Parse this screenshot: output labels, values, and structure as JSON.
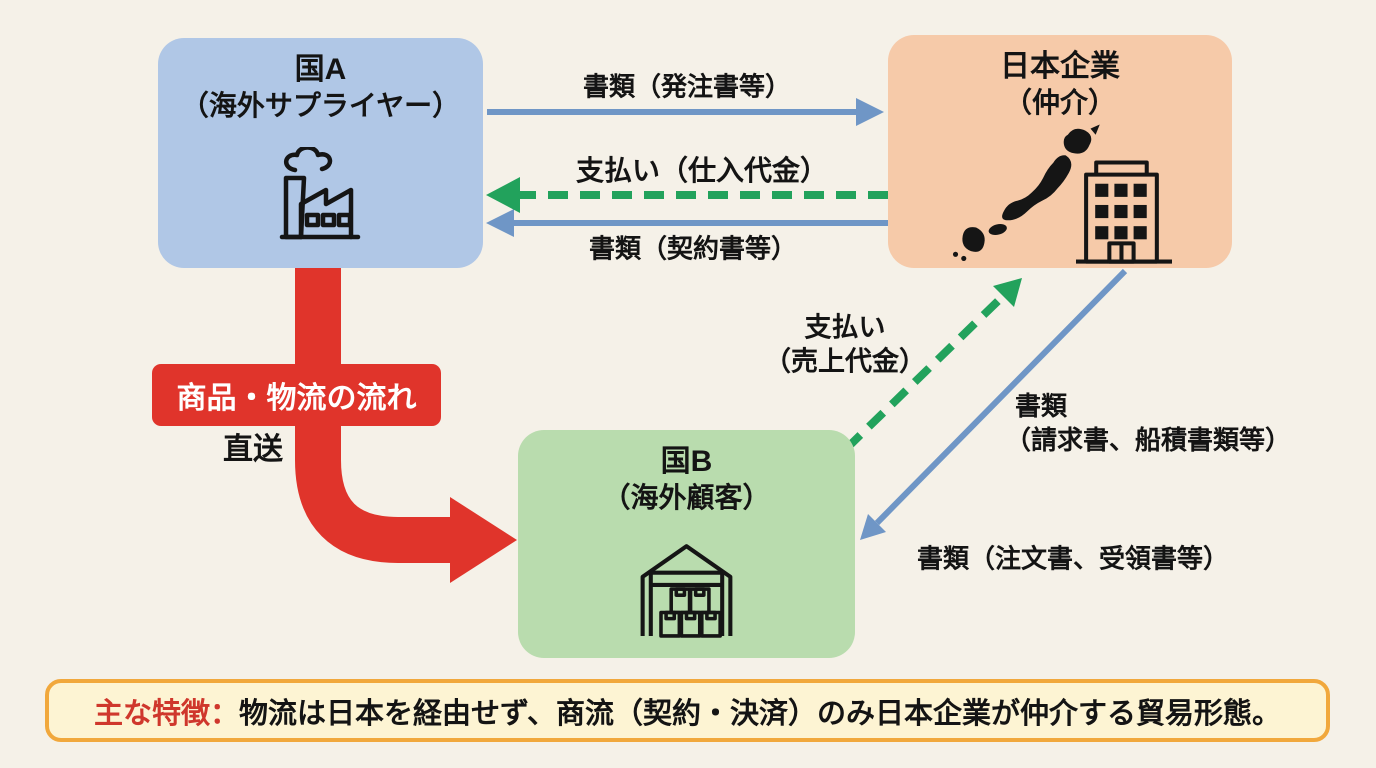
{
  "diagram": {
    "type": "trade-flow",
    "background": "#f5f1e8"
  },
  "nodes": {
    "country_a": {
      "title": "国A",
      "subtitle": "（海外サプライヤー）",
      "icon": "factory-icon",
      "color": "#b0c7e6"
    },
    "japan_company": {
      "title": "日本企業",
      "subtitle": "（仲介）",
      "icon": "japan-map-icon + office-building-icon",
      "color": "#f6caa9"
    },
    "country_b": {
      "title": "国B",
      "subtitle": "（海外顧客）",
      "icon": "warehouse-icon",
      "color": "#b9dcae"
    }
  },
  "flows": {
    "docs_order": {
      "label": "書類（発注書等）",
      "from": "country_a",
      "to": "japan_company",
      "style": "solid",
      "color": "#6f96c6"
    },
    "payment_purchase": {
      "label": "支払い（仕入代金）",
      "from": "japan_company",
      "to": "country_a",
      "style": "dashed",
      "color": "#22a25c"
    },
    "docs_contract": {
      "label": "書類（契約書等）",
      "from": "japan_company",
      "to": "country_a",
      "style": "solid",
      "color": "#6f96c6"
    },
    "payment_sales": {
      "line1": "支払い",
      "line2": "（売上代金）",
      "from": "country_b",
      "to": "japan_company",
      "style": "dashed",
      "color": "#22a25c"
    },
    "docs_shipping": {
      "line1": "書類",
      "line2": "（請求書、船積書類等）",
      "from": "japan_company",
      "to": "country_b",
      "style": "solid",
      "color": "#6f96c6"
    },
    "docs_order_receipt": {
      "label": "書類（注文書、受領書等）",
      "from": "country_b",
      "to": "japan_company",
      "style": "solid",
      "color": "#6f96c6"
    },
    "goods_flow": {
      "label": "商品・物流の流れ",
      "sublabel": "直送",
      "from": "country_a",
      "to": "country_b",
      "style": "thick",
      "color": "#e0342b"
    }
  },
  "footer": {
    "highlight": "主な特徴：",
    "text": "物流は日本を経由せず、商流（契約・決済）のみ日本企業が仲介する貿易形態。",
    "bg": "#fdf4d3",
    "border": "#f1a83c"
  }
}
